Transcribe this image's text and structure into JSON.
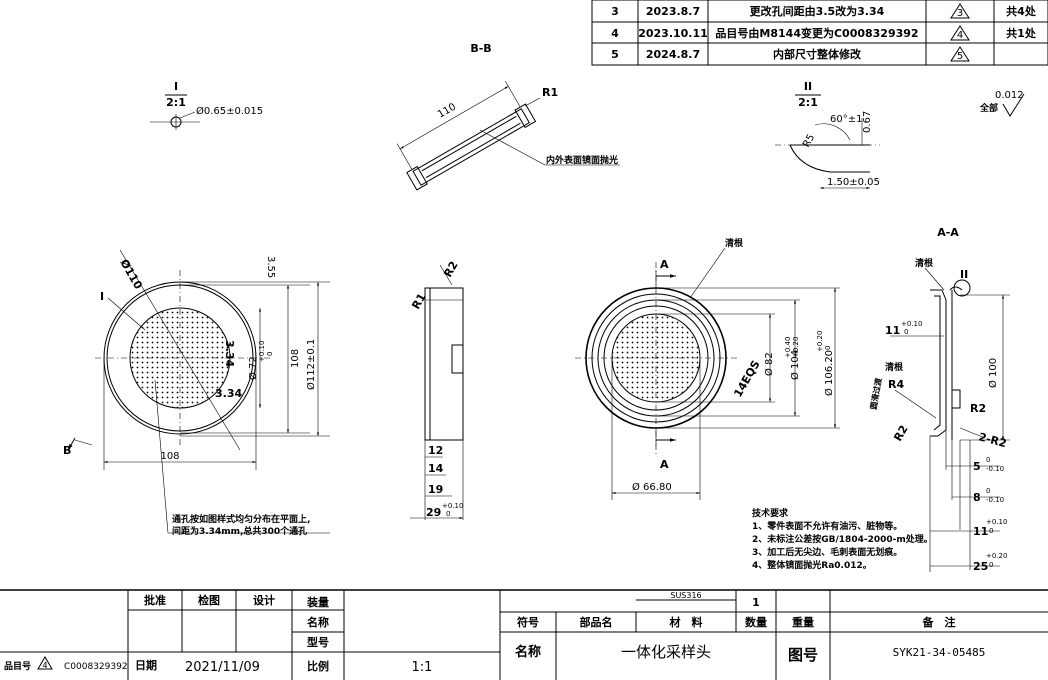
{
  "revisions": [
    {
      "no": "3",
      "date": "2023.8.7",
      "content": "更改孔间距由3.5改为3.34",
      "mark": "3",
      "count": "共4处"
    },
    {
      "no": "4",
      "date": "2023.10.11",
      "content": "品目号由M8144变更为C0008329392",
      "mark": "4",
      "count": "共1处"
    },
    {
      "no": "5",
      "date": "2024.8.7",
      "content": "内部尺寸整体修改",
      "mark": "5",
      "count": ""
    }
  ],
  "views": {
    "detail1_label": "I",
    "detail1_scale": "2:1",
    "detail1_dim": "Ø0.65±0.015",
    "section_bb_label": "B-B",
    "bb_dim_110": "110",
    "bb_r1": "R1",
    "bb_note": "内外表面镜面抛光",
    "detail2_label": "II",
    "detail2_scale": "2:1",
    "detail2_angle": "60°±1",
    "detail2_r5": "R5",
    "detail2_h": "0.67",
    "detail2_w": "1.50±0.05",
    "roughness_value": "0.012",
    "roughness_label": "全部",
    "section_aa_label": "A-A"
  },
  "front_view": {
    "dia_110": "Ø110",
    "label_i": "I",
    "dim_334_v": "3.34",
    "dim_334_h": "3.34",
    "dia_72": "Ø 72",
    "dia_72_tol_upper": "+0.10",
    "dia_72_tol_lower": "0",
    "dim_108_v": "108",
    "dia_112": "Ø112±0.1",
    "dim_108_h": "108",
    "arrow_b": "B",
    "note_line1": "通孔按如图样式均匀分布在平面上,",
    "note_line2": "间距为3.34mm,总共300个通孔",
    "dim_355": "3.55"
  },
  "side_view": {
    "r1": "R1",
    "r2": "R2",
    "dim_12": "12",
    "dim_14": "14",
    "dim_19": "19",
    "dim_29": "29",
    "dim_29_tol_upper": "+0.10",
    "dim_29_tol_lower": "0"
  },
  "back_view": {
    "note_clean": "清根",
    "label_a_top": "A",
    "label_a_bottom": "A",
    "dia_82": "Ø 82",
    "dia_104": "Ø 104",
    "dia_104_tol_upper": "+0.40",
    "dia_104_tol_lower": "+0.20",
    "dia_106": "Ø 106.20",
    "dia_106_tol_upper": "+0.20",
    "dia_106_tol_lower": "0",
    "dim_14eqs": "14EQS",
    "dia_66": "Ø 66.80"
  },
  "section_aa": {
    "note_clean_top": "清根",
    "label_ii": "II",
    "dim_11": "11",
    "dim_11_tol_upper": "+0.10",
    "dim_11_tol_lower": "0",
    "dia_100": "Ø 100",
    "note_clean_mid": "清根",
    "r4": "R4",
    "note_smooth": "圆滑过渡",
    "r2_right": "R2",
    "r2_left": "R2",
    "dim_2r2": "2-R2",
    "dim_5": "5",
    "dim_5_tol_upper": "0",
    "dim_5_tol_lower": "-0.10",
    "dim_8": "8",
    "dim_8_tol_upper": "0",
    "dim_8_tol_lower": "-0.10",
    "dim_11b": "11",
    "dim_11b_tol_upper": "+0.10",
    "dim_11b_tol_lower": "0",
    "dim_25": "25",
    "dim_25_tol_upper": "+0.20",
    "dim_25_tol_lower": "0"
  },
  "tech_requirements": {
    "title": "技术要求",
    "items": [
      "1、零件表面不允许有油污、脏物等。",
      "2、未标注公差按GB/1804-2000-m处理。",
      "3、加工后无尖边、毛刺表面无划痕。",
      "4、整体镜面抛光Ra0.012。"
    ]
  },
  "title_block": {
    "approve": "批准",
    "check": "检图",
    "design": "设计",
    "assembly": "装量",
    "name_label": "名称",
    "model_label": "型号",
    "scale_label": "比例",
    "scale_value": "1:1",
    "part_no_label": "品目号",
    "part_no_mark": "4",
    "part_no_value": "C0008329392",
    "date_label": "日期",
    "date_value": "2021/11/09",
    "material_value": "SUS316",
    "quantity_value": "1",
    "hdr_symbol": "符号",
    "hdr_part_name": "部品名",
    "hdr_material": "材　料",
    "hdr_quantity": "数量",
    "hdr_weight": "重量",
    "hdr_remarks": "备　注",
    "name_title": "名称",
    "product_name": "一体化采样头",
    "drawing_no_label": "图号",
    "drawing_no_value": "SYK21-34-05485"
  }
}
